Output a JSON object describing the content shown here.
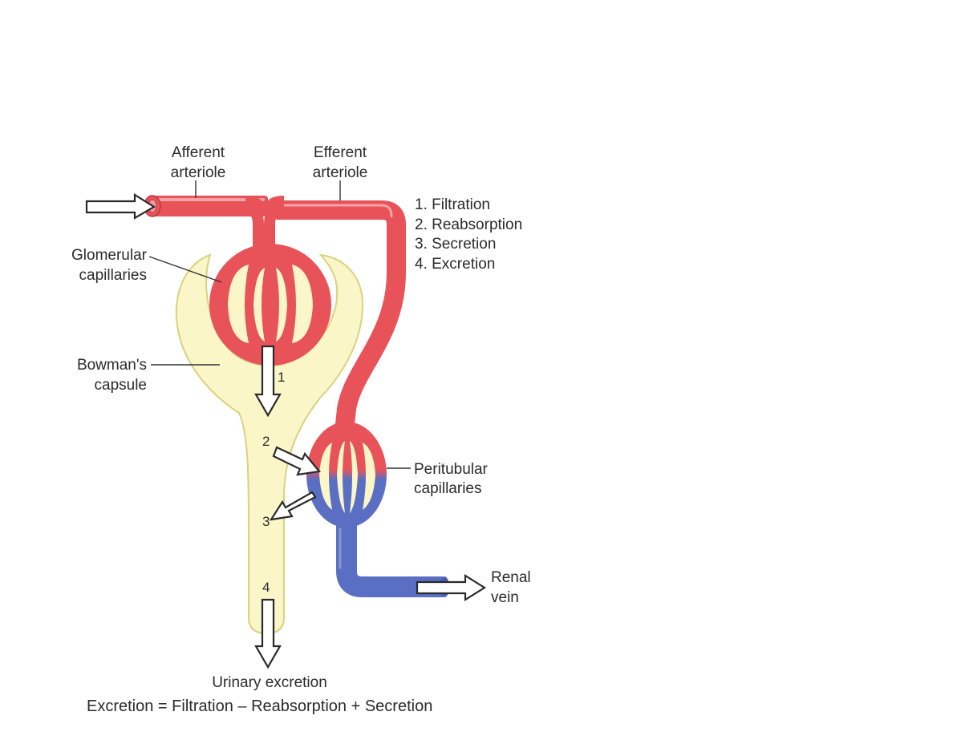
{
  "labels": {
    "afferent_1": "Afferent",
    "afferent_2": "arteriole",
    "efferent_1": "Efferent",
    "efferent_2": "arteriole",
    "glomerular_1": "Glomerular",
    "glomerular_2": "capillaries",
    "bowmans_1": "Bowman's",
    "bowmans_2": "capsule",
    "peritubular_1": "Peritubular",
    "peritubular_2": "capillaries",
    "renal_1": "Renal",
    "renal_2": "vein",
    "urinary": "Urinary excretion",
    "equation": "Excretion = Filtration – Reabsorption + Secretion"
  },
  "process_list": [
    "1. Filtration",
    "2. Reabsorption",
    "3. Secretion",
    "4. Excretion"
  ],
  "step_numbers": [
    "1",
    "2",
    "3",
    "4"
  ],
  "colors": {
    "arterial": "#e8535a",
    "arterial_light": "#f08a8e",
    "venous": "#5a6fc4",
    "capsule_fill": "#fbf6c8",
    "capsule_stroke": "#dcd68a"
  }
}
